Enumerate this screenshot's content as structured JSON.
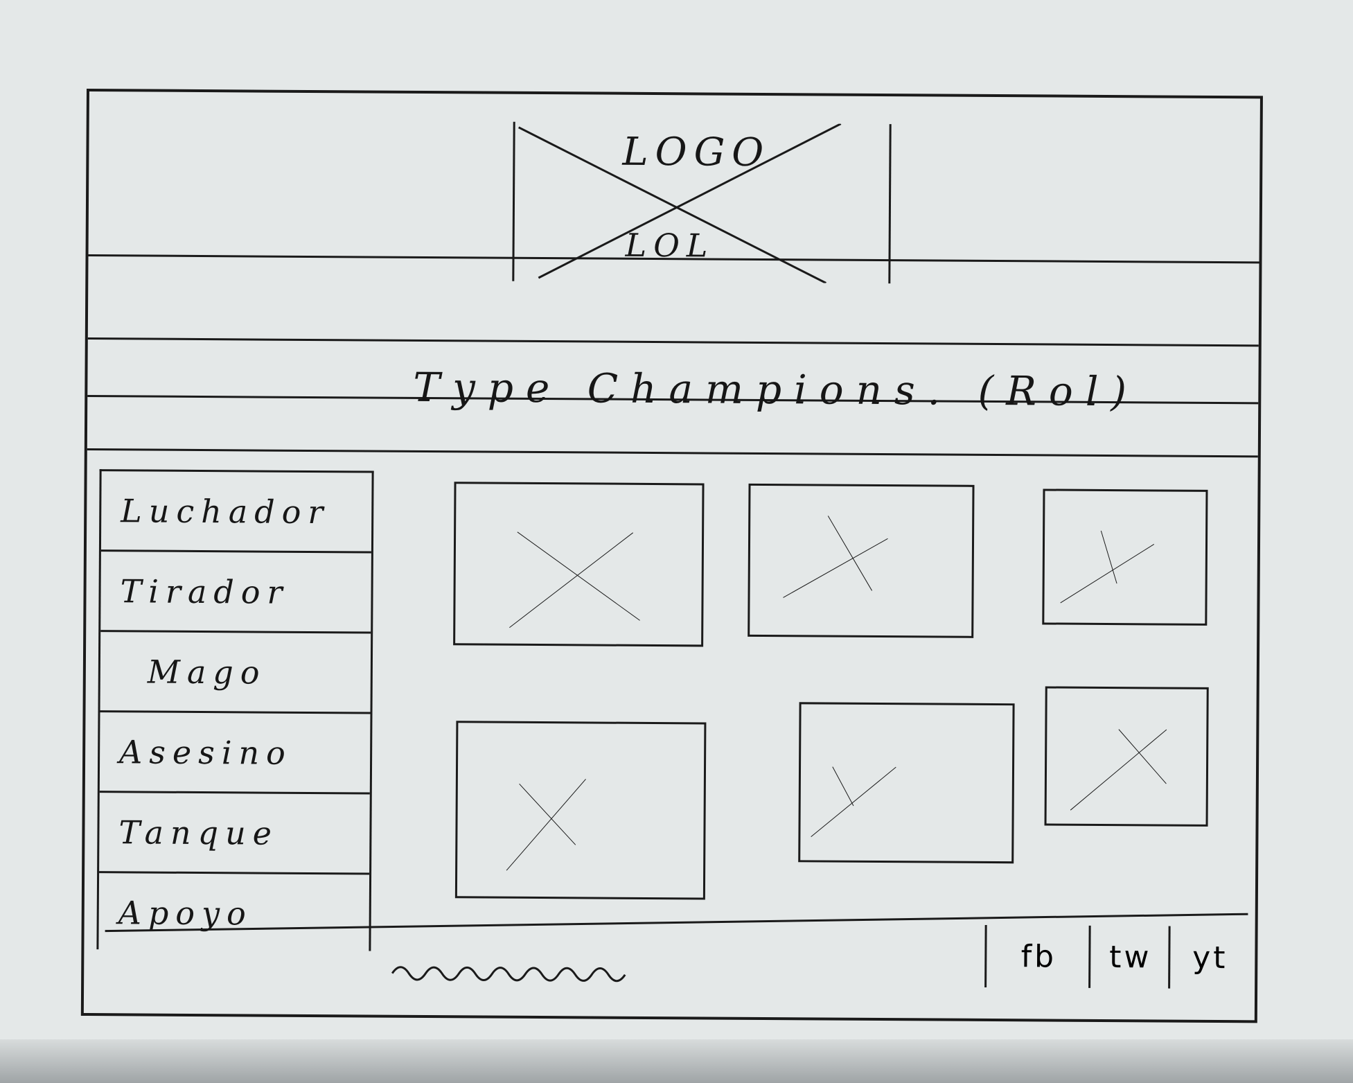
{
  "header": {
    "logo_title": "LOGO",
    "logo_subtitle": "LOL"
  },
  "section_title": "Type Champions. (Rol)",
  "sidebar": {
    "items": [
      {
        "label": "Luchador"
      },
      {
        "label": "Tirador"
      },
      {
        "label": "Mago"
      },
      {
        "label": "Asesino"
      },
      {
        "label": "Tanque"
      },
      {
        "label": "Apoyo"
      }
    ]
  },
  "grid": {
    "placeholders": 6
  },
  "footer": {
    "social": [
      "fb",
      "tw",
      "yt"
    ]
  }
}
